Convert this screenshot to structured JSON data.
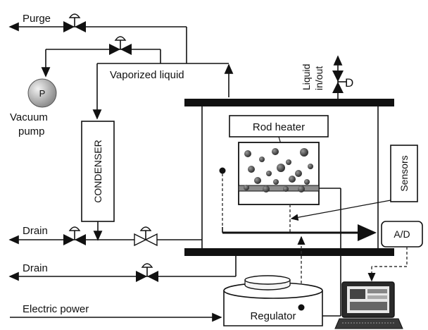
{
  "labels": {
    "purge": "Purge",
    "vaporized_liquid": "Vaporized liquid",
    "pump_symbol": "P",
    "vacuum": "Vacuum",
    "pump": "pump",
    "condenser": "CONDENSER",
    "liquid": "Liquid",
    "in_out": "in/out",
    "valve_d": "D",
    "rod_heater": "Rod heater",
    "sensors": "Sensors",
    "drain_top": "Drain",
    "drain_bottom": "Drain",
    "ad": "A/D",
    "electric_power": "Electric power",
    "regulator": "Regulator"
  },
  "colors": {
    "line": "#111111",
    "pump_sphere": "#b8b8b8",
    "bubble": "#555555",
    "rod": "#8a8a8a",
    "screen": "#2a2a2a"
  }
}
